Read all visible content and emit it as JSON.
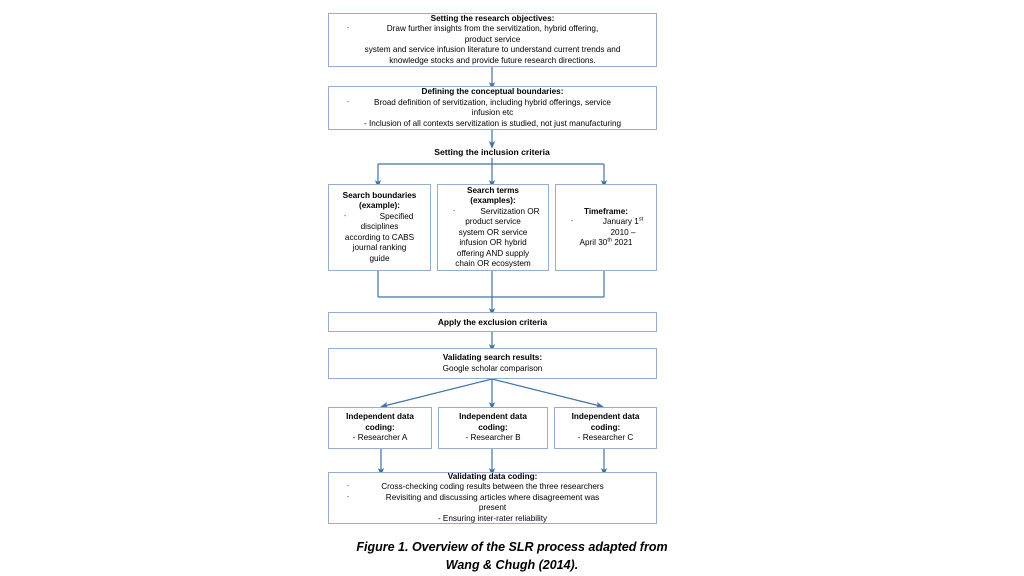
{
  "figure": {
    "caption_line1": "Figure 1. Overview of the SLR process adapted from",
    "caption_line2": "Wang & Chugh (2014).",
    "accent_color": "#95aed0",
    "arrow_color": "#4472a8",
    "background": "#ffffff"
  },
  "flow": {
    "step1": {
      "title": "Setting the research objectives:",
      "bullet_marker": "-",
      "line1": "Draw further insights from the servitization, hybrid offering, product service",
      "line2": "system and service infusion literature to understand current trends and",
      "line3": "knowledge stocks and provide future research directions."
    },
    "step2": {
      "title": "Defining the conceptual boundaries:",
      "bullet_marker": "-",
      "line1": "Broad definition of servitization, including hybrid offerings, service infusion etc",
      "line2": "- Inclusion of all contexts servitization is studied, not just manufacturing"
    },
    "step3_label": "Setting the inclusion criteria",
    "criteria": [
      {
        "title_line1": "Search boundaries",
        "title_line2": "(example):",
        "bullet_marker": "-",
        "body_line1": "Specified",
        "body_line2": "disciplines",
        "body_line3": "according to CABS",
        "body_line4": "journal ranking",
        "body_line5": "guide"
      },
      {
        "title_line1": "Search terms (examples):",
        "title_line2": "",
        "bullet_marker": "-",
        "body_line1": "Servitization OR",
        "body_line2": "product service",
        "body_line3": "system OR service",
        "body_line4": "infusion OR hybrid",
        "body_line5": "offering AND supply",
        "body_line6": "chain OR ecosystem"
      },
      {
        "title_line1": "Timeframe:",
        "title_line2": "",
        "bullet_marker": "-",
        "body_line1_pre": "January 1",
        "body_line1_sup": "st",
        "body_line1_post": " 2010 –",
        "body_line2_pre": "April 30",
        "body_line2_sup": "th",
        "body_line2_post": " 2021"
      }
    ],
    "step4": {
      "title": "Apply the exclusion criteria"
    },
    "step5": {
      "title": "Validating search results:",
      "line1": "Google scholar comparison"
    },
    "coders": [
      {
        "title_line1": "Independent data",
        "title_line2": "coding:",
        "researcher": "- Researcher A"
      },
      {
        "title_line1": "Independent data",
        "title_line2": "coding:",
        "researcher": "- Researcher B"
      },
      {
        "title_line1": "Independent data",
        "title_line2": "coding:",
        "researcher": "- Researcher C"
      }
    ],
    "step7": {
      "title": "Validating data coding:",
      "bullet_marker1": "-",
      "line1": "Cross-checking coding results between the three researchers",
      "bullet_marker2": "-",
      "line2": "Revisiting and discussing articles where disagreement was present",
      "line3": "- Ensuring inter-rater reliability"
    }
  }
}
